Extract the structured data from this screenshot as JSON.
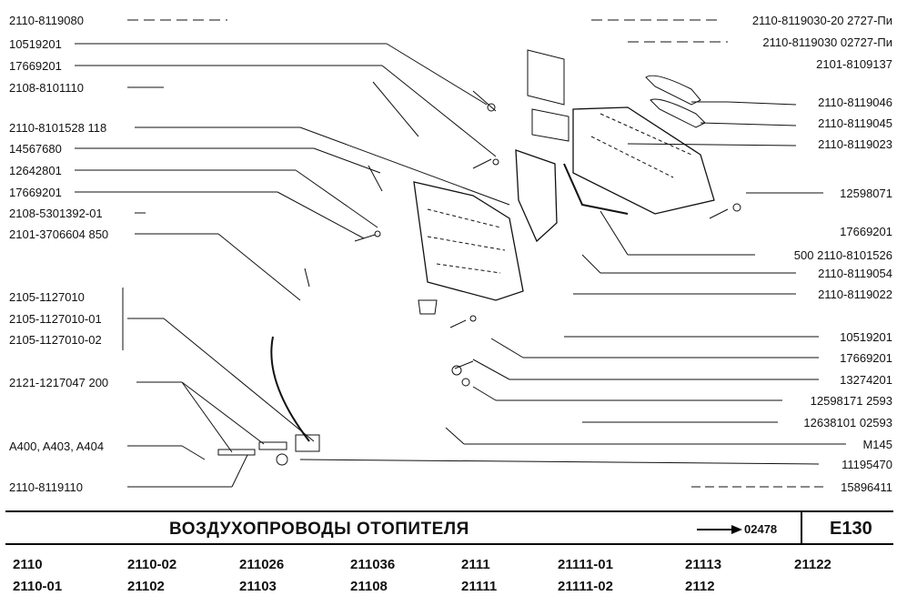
{
  "left_labels": [
    "2110-8119080",
    "10519201",
    "17669201",
    "2108-8101110",
    "2110-8101528  118",
    "14567680",
    "12642801",
    "17669201",
    "2108-5301392-01",
    "2101-3706604  850",
    "2105-1127010",
    "2105-1127010-01",
    "2105-1127010-02",
    "2121-1217047  200",
    "A400, A403, A404",
    "2110-8119110"
  ],
  "right_labels": [
    "2110-8119030-20  2727-Пи",
    "2110-8119030  02727-Пи",
    "2101-8109137",
    "2110-8119046",
    "2110-8119045",
    "2110-8119023",
    "12598071",
    "17669201",
    "500  2110-8101526",
    "2110-8119054",
    "2110-8119022",
    "10519201",
    "17669201",
    "13274201",
    "12598171  2593",
    "12638101  02593",
    "М145",
    "11195470",
    "15896411"
  ],
  "title": "ВОЗДУХОПРОВОДЫ    ОТОПИТЕЛЯ",
  "ref_code": "02478",
  "sheet": "Е130",
  "models": [
    [
      "2110",
      "2110-01"
    ],
    [
      "2110-02",
      "21102"
    ],
    [
      "211026",
      "21103"
    ],
    [
      "211036",
      "21108"
    ],
    [
      "2111",
      "21111"
    ],
    [
      "21111-01",
      "21111-02"
    ],
    [
      "21113",
      "2112"
    ],
    [
      "21122",
      ""
    ]
  ]
}
